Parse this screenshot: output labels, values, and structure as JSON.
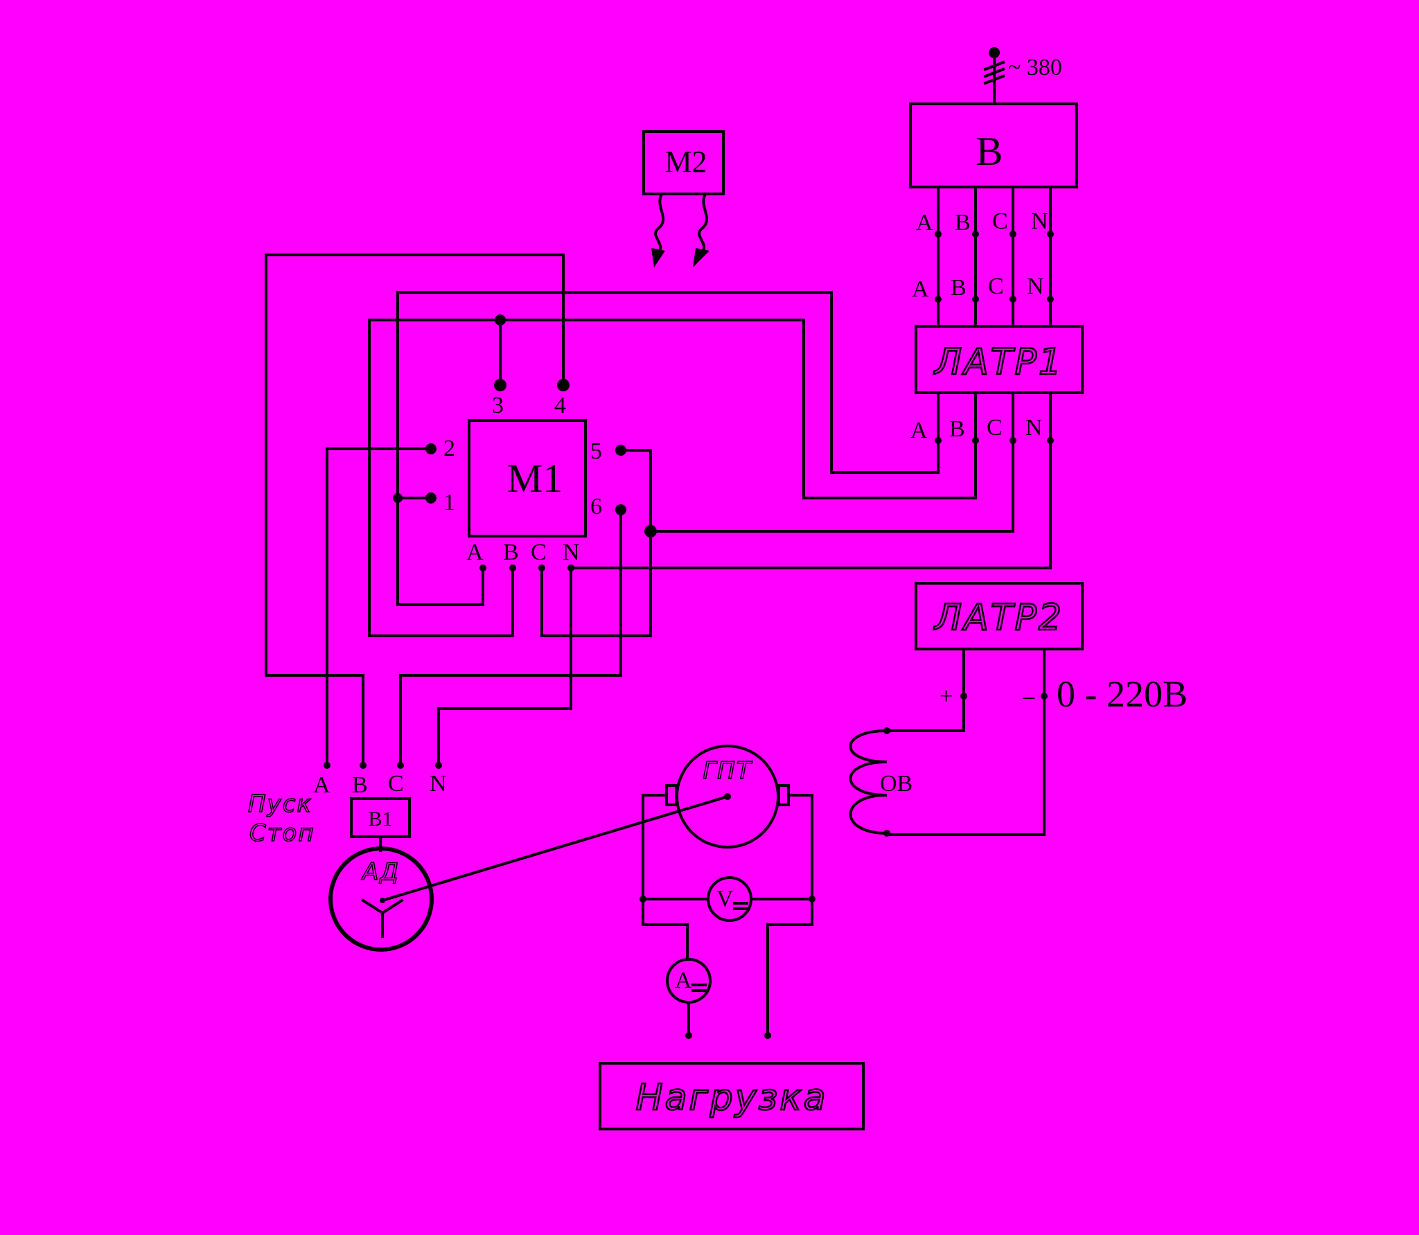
{
  "colors": {
    "background": "#ff00ff",
    "ink": "#000000"
  },
  "supply": {
    "voltage": "~ 380",
    "block": "B"
  },
  "phases": {
    "a": "A",
    "b": "B",
    "c": "C",
    "n": "N"
  },
  "latr1": "ЛАТР1",
  "latr2": "ЛАТР2",
  "m1": {
    "label": "M1",
    "terminals": {
      "t1": "1",
      "t2": "2",
      "t3": "3",
      "t4": "4",
      "t5": "5",
      "t6": "6"
    }
  },
  "m2": "M2",
  "dc_output": {
    "plus": "+",
    "minus": "–",
    "range": "0 - 220В"
  },
  "field_winding": "ОВ",
  "generator": "ГПТ",
  "motor": "АД",
  "switch": {
    "label": "В1",
    "caption_start": "Пуск",
    "caption_stop": "Стоп"
  },
  "voltmeter": "V",
  "ammeter": "A",
  "load": "Нагрузка"
}
